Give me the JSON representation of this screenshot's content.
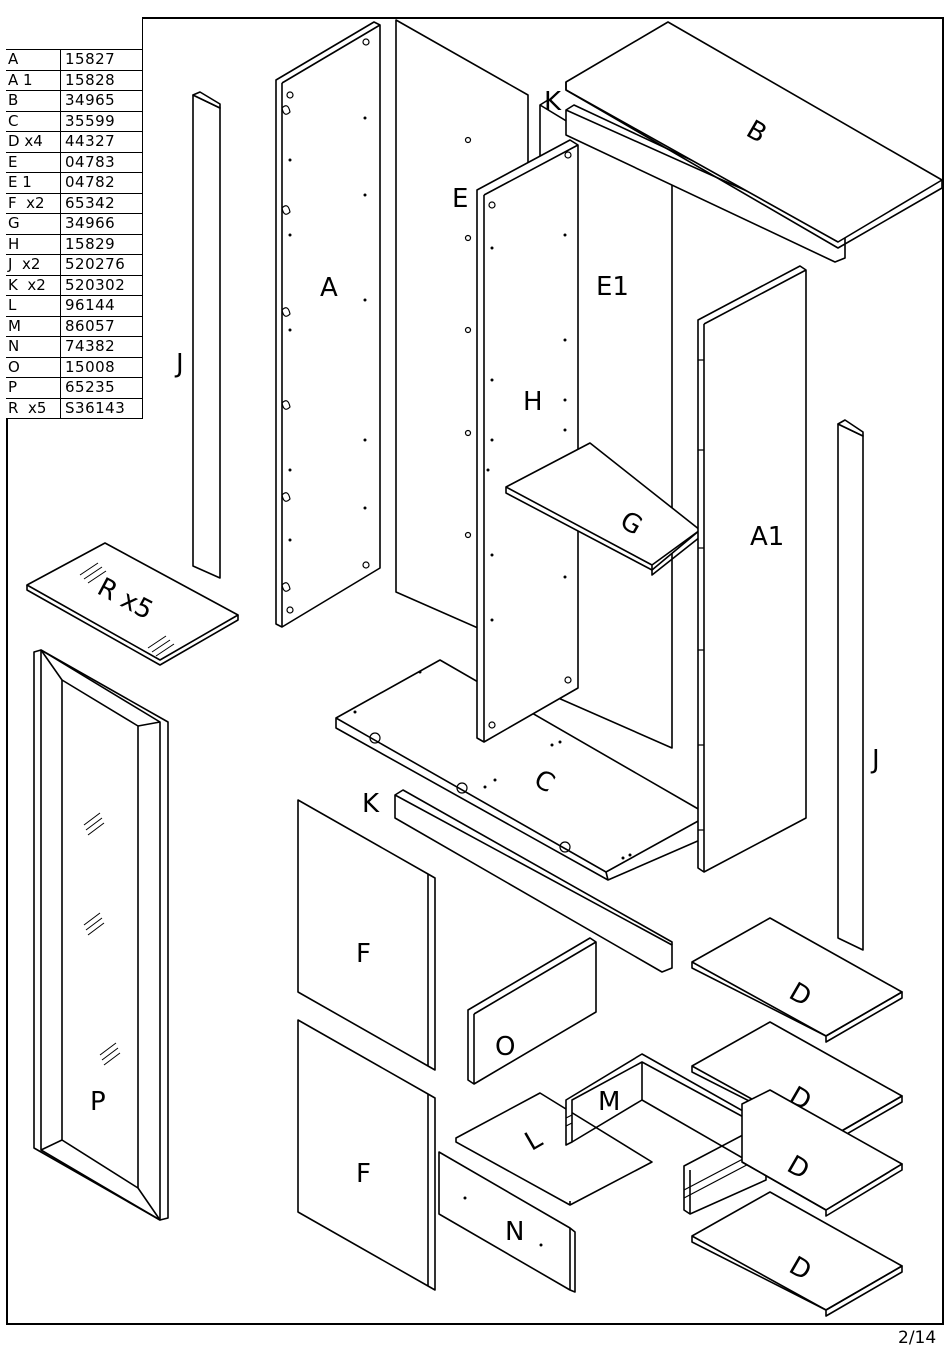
{
  "parts": [
    {
      "code": "A",
      "number": "15827"
    },
    {
      "code": "A 1",
      "number": "15828"
    },
    {
      "code": "B",
      "number": "34965"
    },
    {
      "code": "C",
      "number": "35599"
    },
    {
      "code": "D x4",
      "number": "44327"
    },
    {
      "code": "E",
      "number": "04783"
    },
    {
      "code": "E 1",
      "number": "04782"
    },
    {
      "code": "F  x2",
      "number": "65342"
    },
    {
      "code": "G",
      "number": "34966"
    },
    {
      "code": "H",
      "number": "15829"
    },
    {
      "code": "J  x2",
      "number": "520276"
    },
    {
      "code": "K  x2",
      "number": "520302"
    },
    {
      "code": "L",
      "number": "96144"
    },
    {
      "code": "M",
      "number": "86057"
    },
    {
      "code": "N",
      "number": "74382"
    },
    {
      "code": "O",
      "number": "15008"
    },
    {
      "code": "P",
      "number": "65235"
    },
    {
      "code": "R  x5",
      "number": "S36143"
    }
  ],
  "labels": {
    "A": "A",
    "A1": "A1",
    "B": "B",
    "C": "C",
    "D": "D",
    "E": "E",
    "E1": "E1",
    "F": "F",
    "G": "G",
    "H": "H",
    "J": "J",
    "K": "K",
    "L": "L",
    "M": "M",
    "N": "N",
    "O": "O",
    "P": "P",
    "R": "R x5"
  },
  "page_number": "2/14"
}
